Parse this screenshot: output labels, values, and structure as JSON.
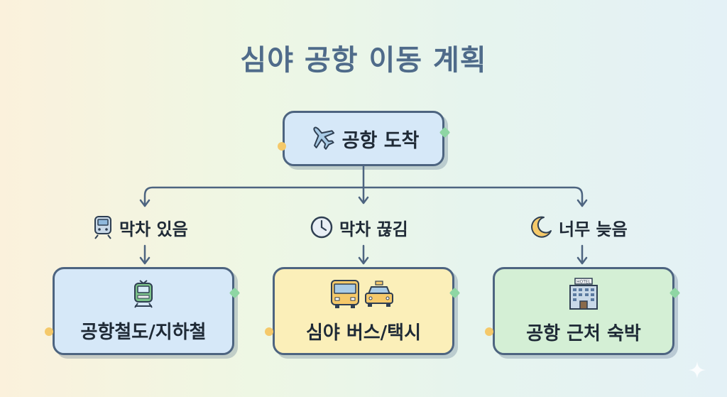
{
  "title": "심야 공항 이동 계획",
  "root": {
    "label": "공항 도착",
    "icon": "airplane-icon"
  },
  "branches": [
    {
      "condition": "막차 있음",
      "condition_icon": "train-front-icon",
      "result": "공항철도/지하철",
      "result_icon": "green-train-icon",
      "color": "#d6e8f8"
    },
    {
      "condition": "막차 끊김",
      "condition_icon": "clock-icon",
      "result": "심야 버스/택시",
      "result_icon": "bus-taxi-icon",
      "color": "#fbefb9"
    },
    {
      "condition": "너무 늦음",
      "condition_icon": "crescent-moon-icon",
      "result": "공항 근처 숙박",
      "result_icon": "hotel-icon",
      "color": "#d4efd5"
    }
  ],
  "hotel_sign": "HOTEL"
}
